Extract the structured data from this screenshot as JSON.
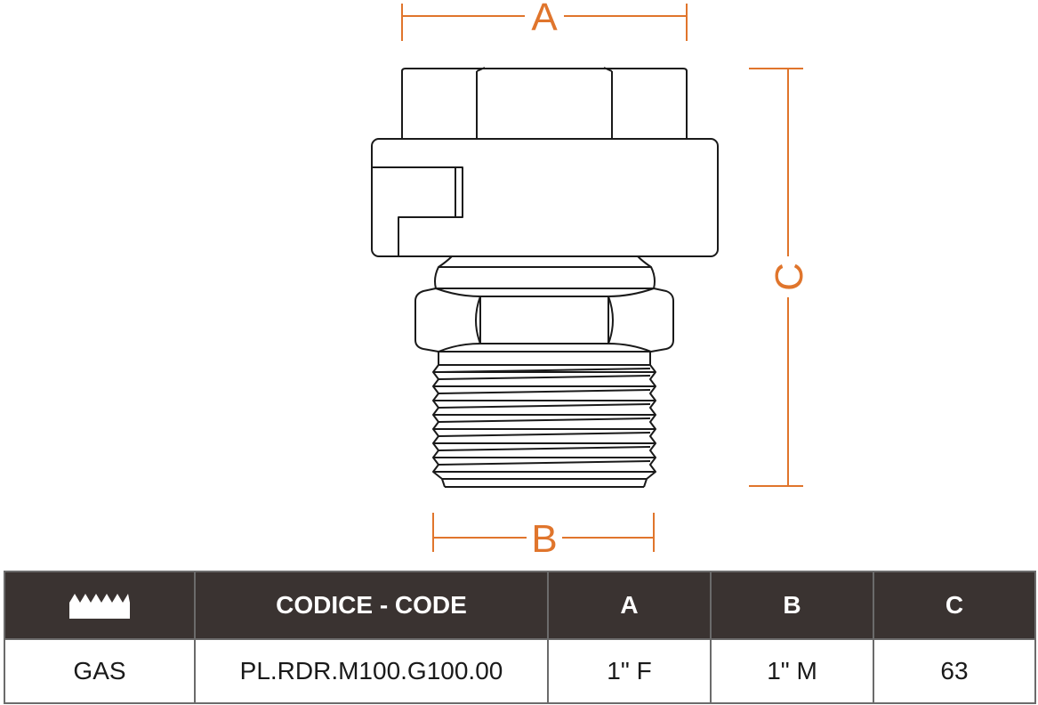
{
  "drawing": {
    "dimension_color": "#e0752c",
    "line_color": "#1a1a1a",
    "labels": {
      "a": "A",
      "b": "B",
      "c": "C"
    }
  },
  "table": {
    "header_bg": "#3a3331",
    "columns": [
      {
        "label": "",
        "icon": "thread-icon"
      },
      {
        "label": "CODICE - CODE"
      },
      {
        "label": "A"
      },
      {
        "label": "B"
      },
      {
        "label": "C"
      }
    ],
    "rows": [
      [
        "GAS",
        "PL.RDR.M100.G100.00",
        "1\" F",
        "1\" M",
        "63"
      ]
    ]
  }
}
